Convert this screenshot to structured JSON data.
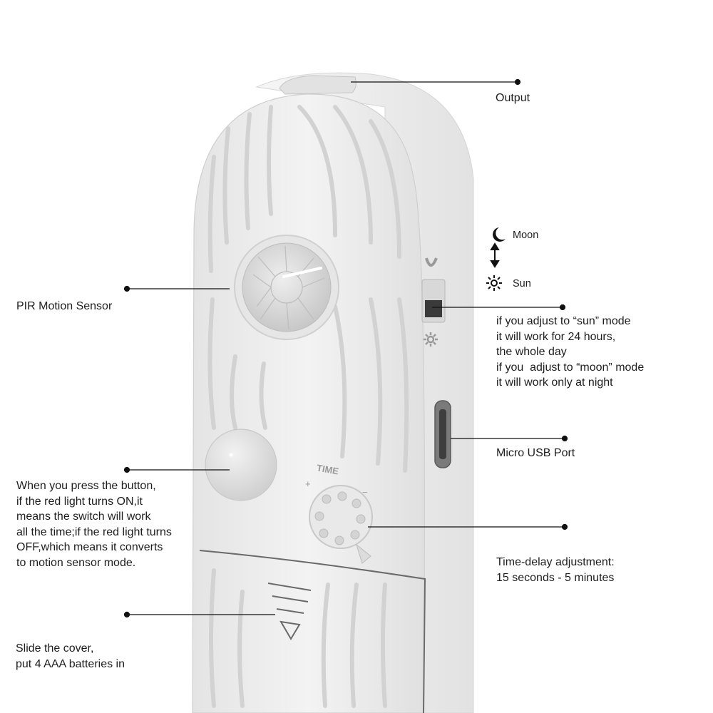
{
  "labels": {
    "output": "Output",
    "moon": "Moon",
    "sun": "Sun",
    "pir": "PIR Motion Sensor",
    "switch_note": "if you adjust to “sun” mode\nit will work for 24 hours,\nthe whole day\nif you  adjust to “moon” mode\nit will work only at night",
    "usb": "Micro USB Port",
    "button_note": "When you press the button,\nif the red light turns ON,it\nmeans the switch will work\nall the time;if the red light turns\nOFF,which means it converts\nto motion sensor mode.",
    "time_delay": "Time-delay adjustment:\n15 seconds - 5 minutes",
    "cover": "Slide the cover,\nput 4 AAA batteries in",
    "dial_text": "TIME",
    "dial_plus": "+",
    "dial_minus": "−"
  },
  "icons": {
    "moon": "moon-icon",
    "sun": "sun-icon",
    "arrow": "double-arrow-icon"
  },
  "colors": {
    "device_body": "#f1f1f1",
    "device_face": "#ececec",
    "leader_line": "#111111"
  }
}
